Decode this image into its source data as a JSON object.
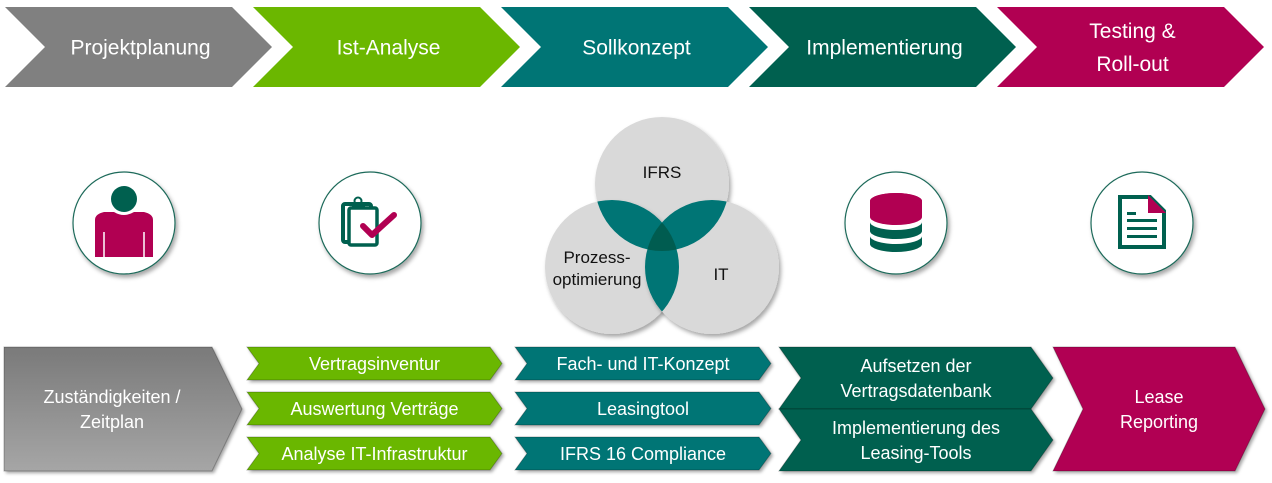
{
  "colors": {
    "gray": "#808080",
    "green": "#6bb700",
    "teal": "#007575",
    "darkgreen": "#00604f",
    "magenta": "#b10052",
    "venn_circle": "#d9d9d9",
    "venn_overlap": "#007575",
    "venn_center": "#005c50"
  },
  "phases": [
    {
      "lines": [
        "Projektplanung"
      ],
      "color": "gray"
    },
    {
      "lines": [
        "Ist-Analyse"
      ],
      "color": "green"
    },
    {
      "lines": [
        "Sollkonzept"
      ],
      "color": "teal"
    },
    {
      "lines": [
        "Implementierung"
      ],
      "color": "darkgreen"
    },
    {
      "lines": [
        "Testing &",
        "Roll-out"
      ],
      "color": "magenta"
    }
  ],
  "icons": [
    {
      "name": "person-icon"
    },
    {
      "name": "clipboard-check-icon"
    },
    {
      "name": "venn-diagram"
    },
    {
      "name": "database-icon"
    },
    {
      "name": "document-icon"
    }
  ],
  "venn": {
    "top": "IFRS",
    "left": [
      "Prozess-",
      "optimierung"
    ],
    "right": "IT"
  },
  "tasks": {
    "projektplanung": [
      {
        "lines": [
          "Zuständigkeiten /",
          "Zeitplan"
        ]
      }
    ],
    "ist_analyse": [
      {
        "lines": [
          "Vertragsinventur"
        ]
      },
      {
        "lines": [
          "Auswertung Verträge"
        ]
      },
      {
        "lines": [
          "Analyse IT-Infrastruktur"
        ]
      }
    ],
    "sollkonzept": [
      {
        "lines": [
          "Fach- und IT-Konzept"
        ]
      },
      {
        "lines": [
          "Leasingtool"
        ]
      },
      {
        "lines": [
          "IFRS 16 Compliance"
        ]
      }
    ],
    "implementierung": [
      {
        "lines": [
          "Aufsetzen der",
          "Vertragsdatenbank"
        ]
      },
      {
        "lines": [
          "Implementierung des",
          "Leasing-Tools"
        ]
      }
    ],
    "testing": [
      {
        "lines": [
          "Lease",
          "Reporting"
        ]
      }
    ]
  }
}
